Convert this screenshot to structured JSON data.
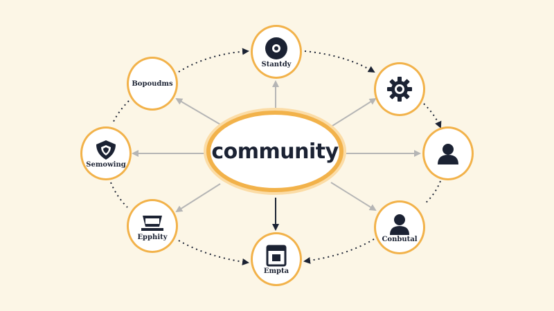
{
  "colors": {
    "background": "#fcf6e6",
    "ring": "#f2b24a",
    "ink": "#1b2233",
    "spoke": "#b5b5b5"
  },
  "diagram": {
    "center": {
      "label": "community"
    },
    "nodes": [
      {
        "id": "top",
        "label": "Stantdy",
        "icon": "disc-icon"
      },
      {
        "id": "top-right",
        "label": "",
        "icon": "gear-icon"
      },
      {
        "id": "right",
        "label": "",
        "icon": "person-icon"
      },
      {
        "id": "bottom-right",
        "label": "Conbutal",
        "icon": "person-icon"
      },
      {
        "id": "bottom",
        "label": "Empta",
        "icon": "box-icon"
      },
      {
        "id": "bottom-left",
        "label": "Epphity",
        "icon": "podium-icon"
      },
      {
        "id": "left",
        "label": "Semowing",
        "icon": "shield-icon"
      },
      {
        "id": "top-left",
        "label": "Bopoudms",
        "icon": ""
      }
    ]
  }
}
